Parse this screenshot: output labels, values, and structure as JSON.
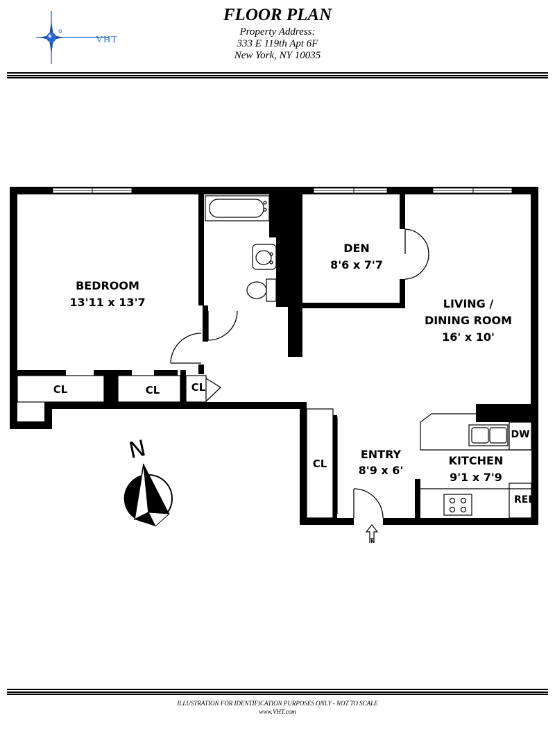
{
  "header": {
    "brand": "VHT",
    "title": "FLOOR PLAN",
    "address_label": "Property Address:",
    "address_line1": "333 E 119th Apt 6F",
    "address_line2": "New York, NY 10035"
  },
  "rooms": {
    "bedroom": {
      "name": "BEDROOM",
      "size": "13'11 x 13'7"
    },
    "den": {
      "name": "DEN",
      "size": "8'6 x 7'7"
    },
    "living": {
      "name_line1": "LIVING /",
      "name_line2": "DINING ROOM",
      "size": "16' x 10'"
    },
    "entry": {
      "name": "ENTRY",
      "size": "8'9 x 6'"
    },
    "kitchen": {
      "name": "KITCHEN",
      "size": "9'1 x 7'9"
    },
    "closet_label": "CL",
    "dishwasher": "DW",
    "refrigerator": "REF",
    "entrance": "IN"
  },
  "compass": {
    "north": "N"
  },
  "footer": {
    "disclaimer": "ILLUSTRATION FOR IDENTIFICATION PURPOSES ONLY - NOT TO SCALE",
    "website": "www.VHT.com"
  }
}
